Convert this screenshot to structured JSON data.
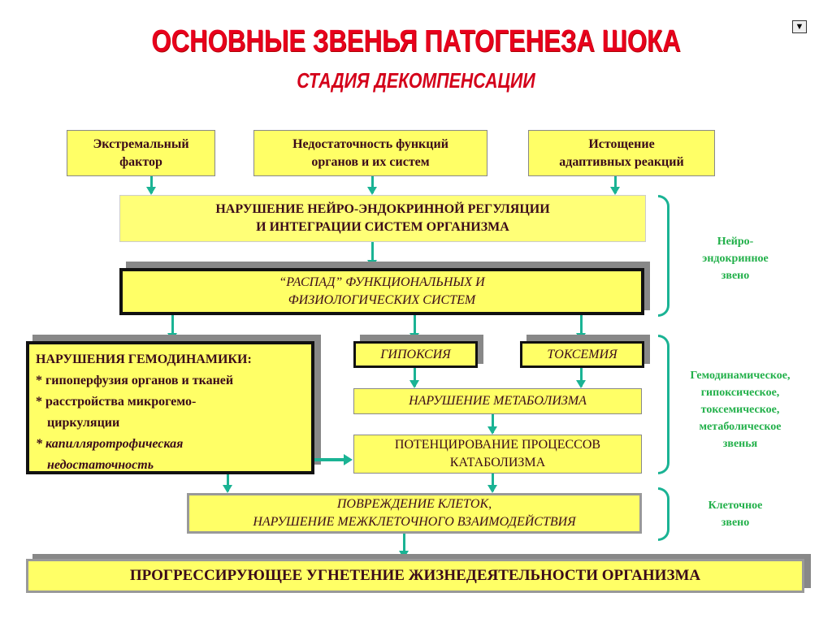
{
  "title": "ОСНОВНЫЕ  ЗВЕНЬЯ  ПАТОГЕНЕЗА ШОКА",
  "subtitle": "СТАДИЯ   ДЕКОМПЕНСАЦИИ",
  "causes": [
    {
      "l1": "Экстремальный",
      "l2": "фактор"
    },
    {
      "l1": "Недостаточность функций",
      "l2": "органов и их систем"
    },
    {
      "l1": "Истощение",
      "l2": "адаптивных реакций"
    }
  ],
  "neuro_box": {
    "l1": "НАРУШЕНИЕ  НЕЙРО-ЭНДОКРИННОЙ РЕГУЛЯЦИИ",
    "l2": "И  ИНТЕГРАЦИИ  СИСТЕМ  ОРГАНИЗМА"
  },
  "decay_box": {
    "l1": "“РАСПАД”  ФУНКЦИОНАЛЬНЫХ   И",
    "l2": "ФИЗИОЛОГИЧЕСКИХ СИСТЕМ"
  },
  "hemo_box": {
    "heading": "НАРУШЕНИЯ ГЕМОДИНАМИКИ:",
    "i1": "* гипоперфузия органов и тканей",
    "i2a": "* расстройства микрогемо-",
    "i2b": "циркуляции",
    "i3a": "* капилляротрофическая",
    "i3b": "недостаточность"
  },
  "hypoxia": "ГИПОКСИЯ",
  "toxemia": "ТОКСЕМИЯ",
  "metabolism": "НАРУШЕНИЕ  МЕТАБОЛИЗМА",
  "catabolism": {
    "l1": "ПОТЕНЦИРОВАНИЕ  ПРОЦЕССОВ",
    "l2": "КАТАБОЛИЗМА"
  },
  "cell_damage": {
    "l1": "ПОВРЕЖДЕНИЕ  КЛЕТОК,",
    "l2": "НАРУШЕНИЕ  МЕЖКЛЕТОЧНОГО  ВЗАИМОДЕЙСТВИЯ"
  },
  "final": "ПРОГРЕССИРУЮЩЕЕ  УГНЕТЕНИЕ  ЖИЗНЕДЕЯТЕЛЬНОСТИ  ОРГАНИЗМА",
  "labels": {
    "neuro": [
      "Нейро-",
      "эндокринное",
      "звено"
    ],
    "hemo": [
      "Гемодинамическое,",
      "гипоксическое,",
      "токсемическое,",
      "метаболическое",
      "звенья"
    ],
    "cell": [
      "Клеточное",
      "звено"
    ]
  }
}
